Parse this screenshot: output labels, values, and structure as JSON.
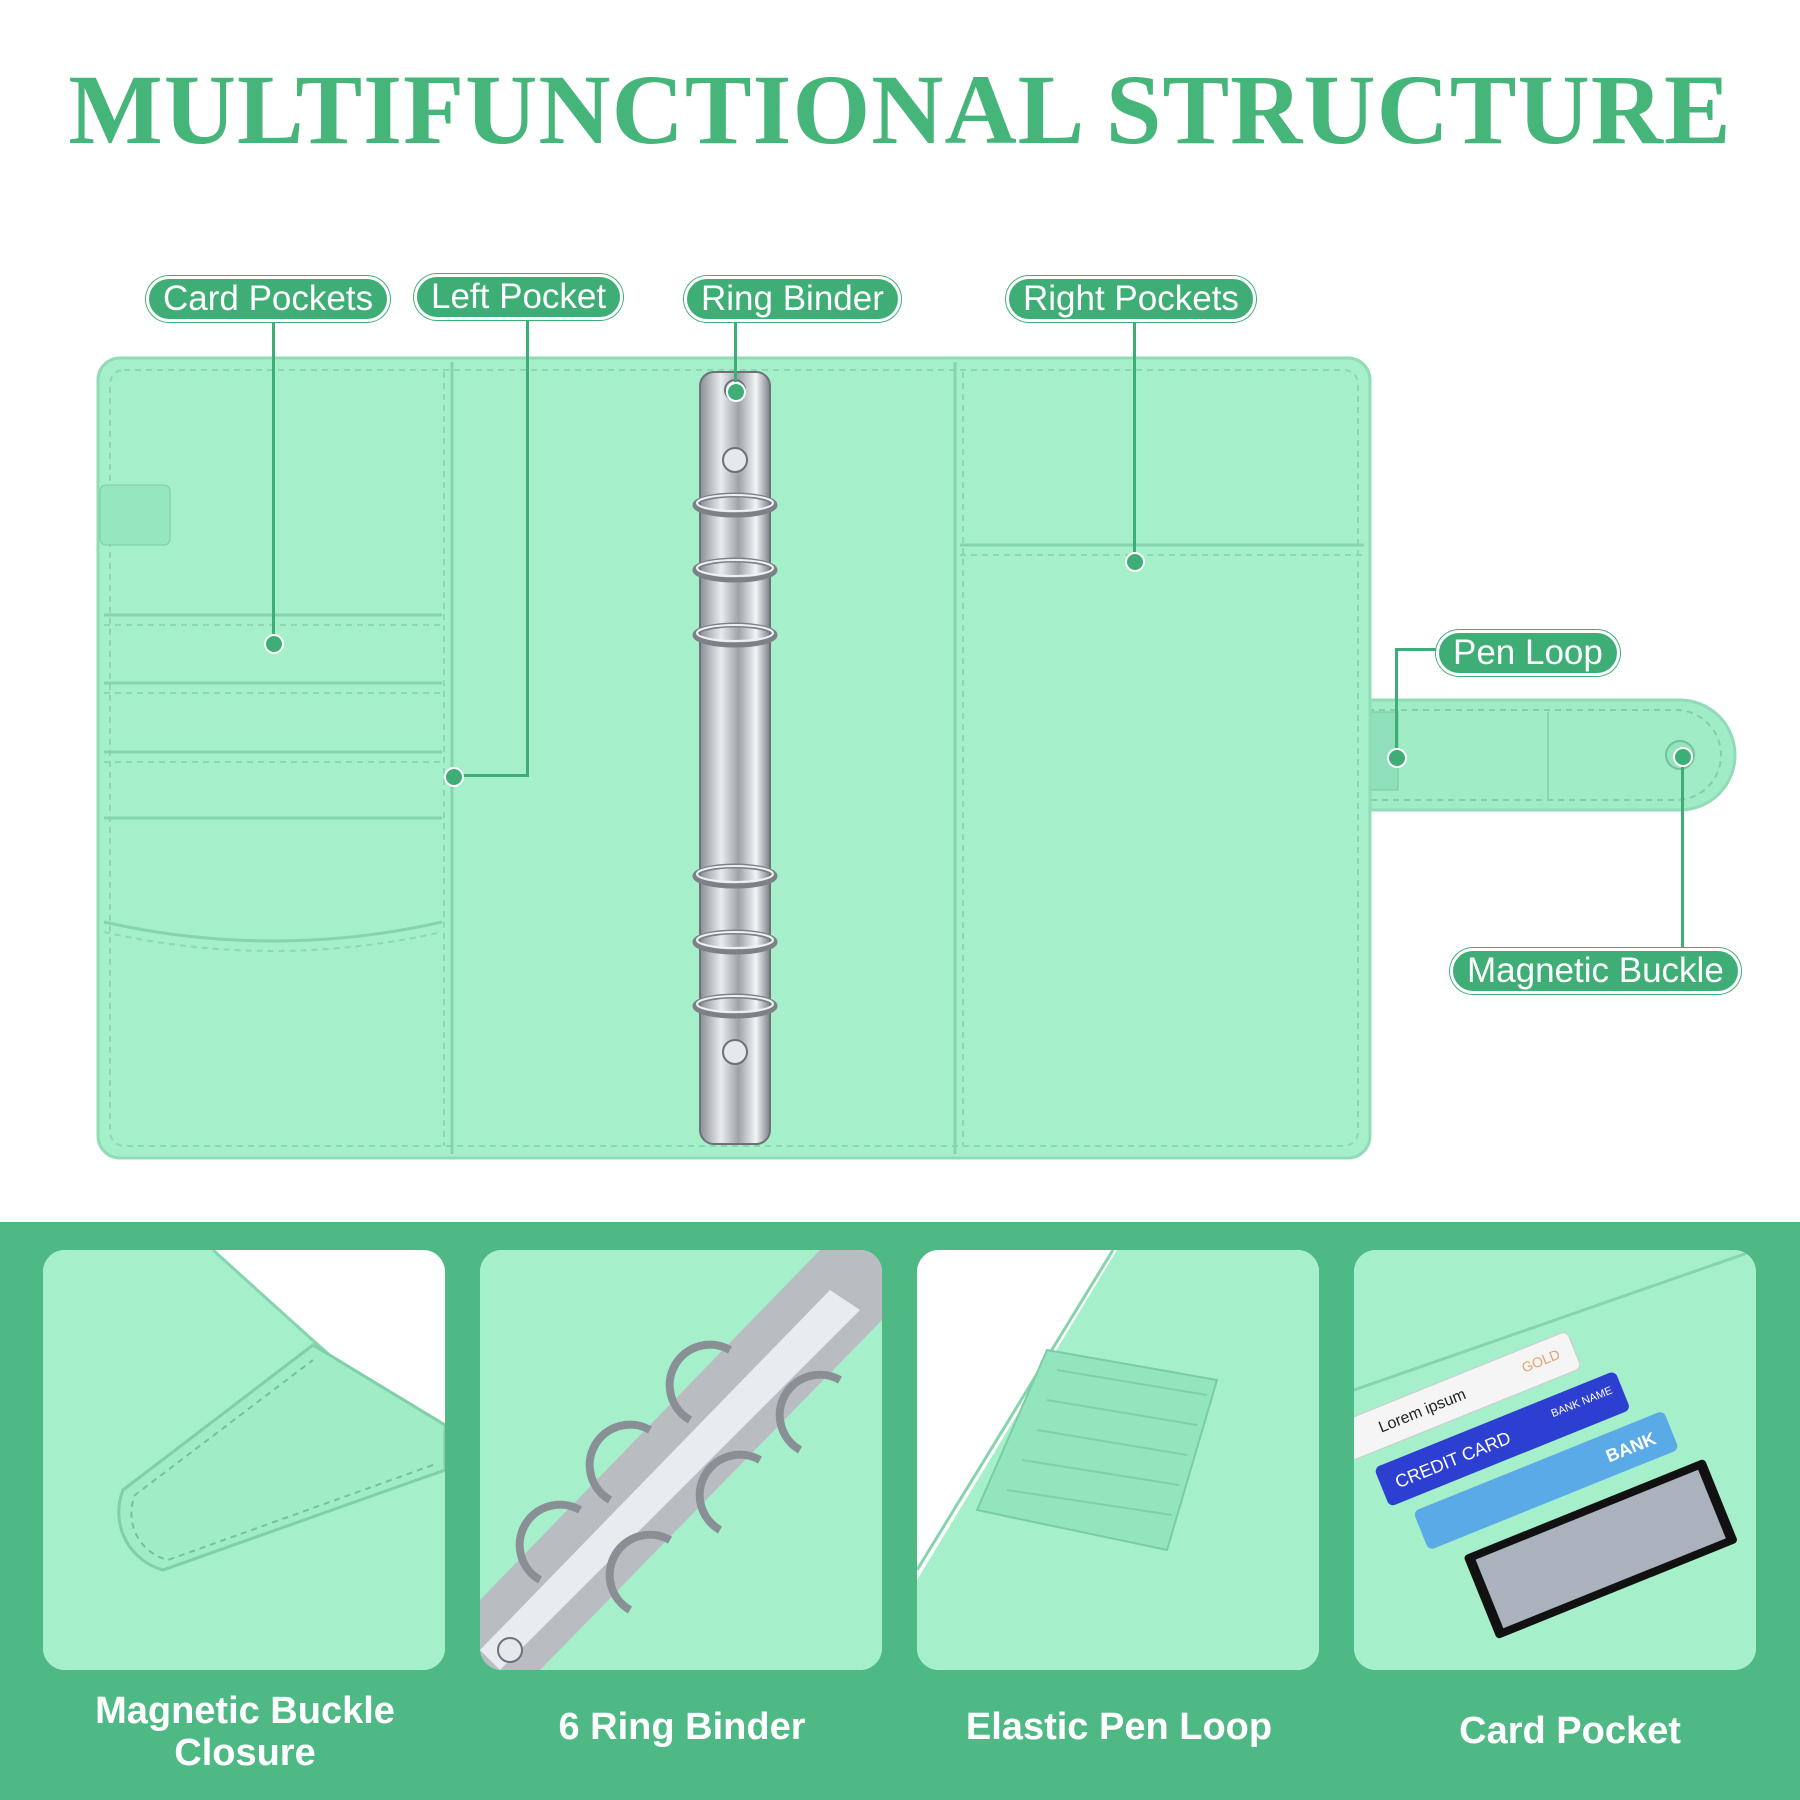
{
  "title": "MULTIFUNCTIONAL STRUCTURE",
  "labels": {
    "card_pockets": "Card Pockets",
    "left_pocket": "Left Pocket",
    "ring_binder": "Ring Binder",
    "right_pockets": "Right Pockets",
    "pen_loop": "Pen Loop",
    "magnetic_buckle": "Magnetic Buckle"
  },
  "features": [
    {
      "caption": "Magnetic Buckle Closure"
    },
    {
      "caption": "6 Ring Binder"
    },
    {
      "caption": "Elastic Pen Loop"
    },
    {
      "caption": "Card Pocket"
    }
  ],
  "card_pocket_texts": {
    "lorem": "Lorem ipsum",
    "gold": "GOLD",
    "credit_card": "CREDIT CARD",
    "bank_name": "BANK NAME",
    "bank": "BANK"
  },
  "colors": {
    "accent": "#3fae76",
    "title": "#45b57a",
    "band": "#4fb985",
    "binder": "#a5efcb"
  }
}
